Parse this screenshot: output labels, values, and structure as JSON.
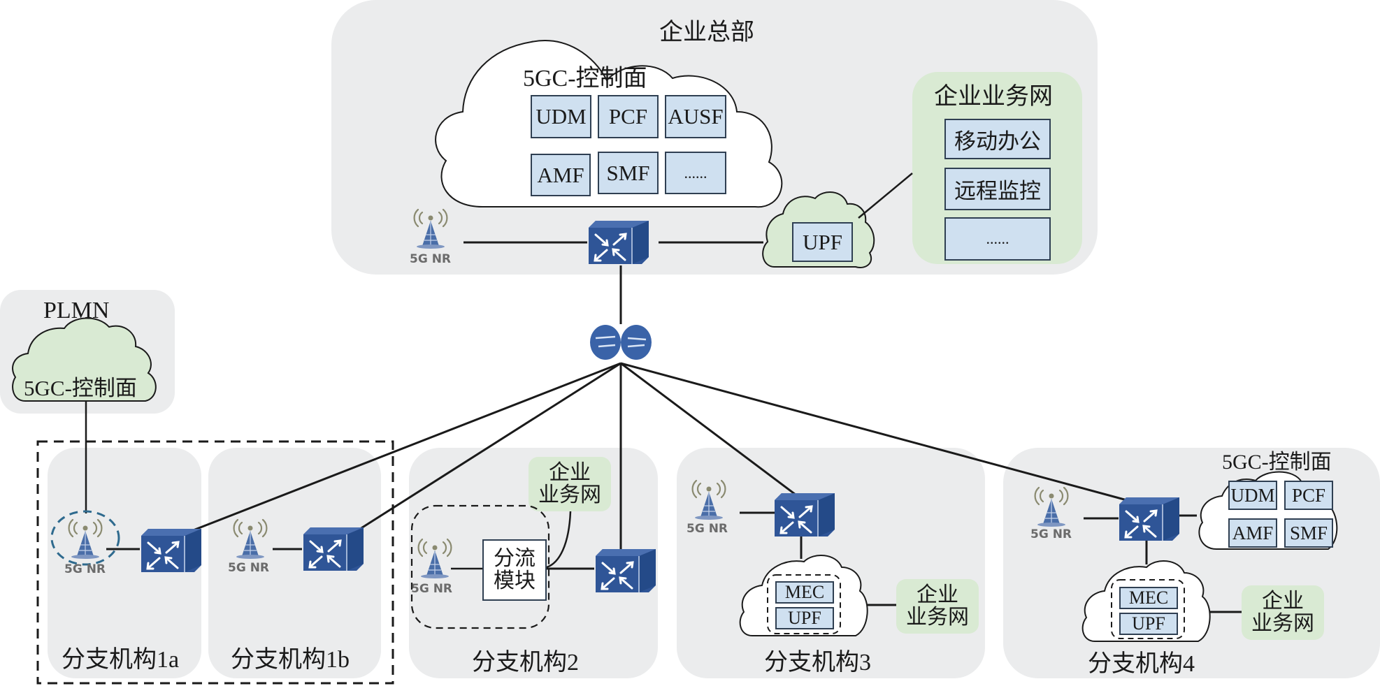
{
  "headquarters": {
    "title": "企业总部",
    "control_plane": {
      "title": "5GC-控制面",
      "functions": [
        "UDM",
        "PCF",
        "AUSF",
        "AMF",
        "SMF",
        "......"
      ]
    },
    "enterprise_network": {
      "title": "企业业务网",
      "items": [
        "移动办公",
        "远程监控",
        "......"
      ]
    },
    "upf_label": "UPF",
    "gnb_label": "5G NR"
  },
  "plmn": {
    "title": "PLMN",
    "control_plane_label": "5GC-控制面"
  },
  "branches": [
    {
      "id": "1a",
      "title": "分支机构1a",
      "gnb_label": "5G NR"
    },
    {
      "id": "1b",
      "title": "分支机构1b",
      "gnb_label": "5G NR"
    },
    {
      "id": "2",
      "title": "分支机构2",
      "gnb_label": "5G NR",
      "offload_module": [
        "分流",
        "模块"
      ],
      "enterprise_network": [
        "企业",
        "业务网"
      ]
    },
    {
      "id": "3",
      "title": "分支机构3",
      "gnb_label": "5G NR",
      "edge": [
        "MEC",
        "UPF"
      ],
      "enterprise_network": [
        "企业",
        "业务网"
      ]
    },
    {
      "id": "4",
      "title": "分支机构4",
      "gnb_label": "5G NR",
      "control_plane": {
        "title": "5GC-控制面",
        "functions": [
          "UDM",
          "PCF",
          "AMF",
          "SMF"
        ]
      },
      "edge": [
        "MEC",
        "UPF"
      ],
      "enterprise_network": [
        "企业",
        "业务网"
      ]
    }
  ],
  "colors": {
    "region_bg": "#ebeced",
    "green_bg": "#d9ead3",
    "nf_fill": "#cfe0f0",
    "device_blue": "#2f5597",
    "highlight_dash": "#2e6a8e"
  }
}
